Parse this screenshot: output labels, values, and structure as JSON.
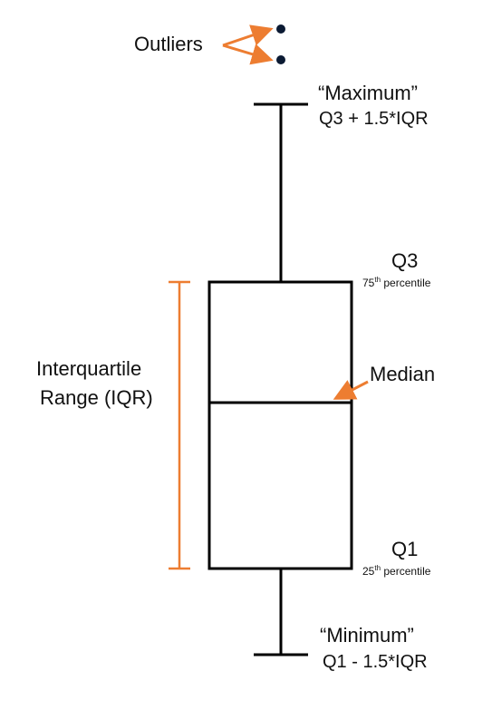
{
  "colors": {
    "ink": "#000000",
    "accent": "#ED7D31",
    "outlier": "#0B1A33"
  },
  "labels": {
    "outliers": "Outliers",
    "maximum_title": "“Maximum”",
    "maximum_formula": "Q3 + 1.5*IQR",
    "q3_title": "Q3",
    "q3_rank": "75",
    "q3_suffix": "th",
    "q3_word": "percentile",
    "iqr_line1": "Interquartile",
    "iqr_line2": "Range (IQR)",
    "median": "Median",
    "q1_title": "Q1",
    "q1_rank": "25",
    "q1_suffix": "th",
    "q1_word": "percentile",
    "minimum_title": "“Minimum”",
    "minimum_formula": "Q1 - 1.5*IQR"
  }
}
